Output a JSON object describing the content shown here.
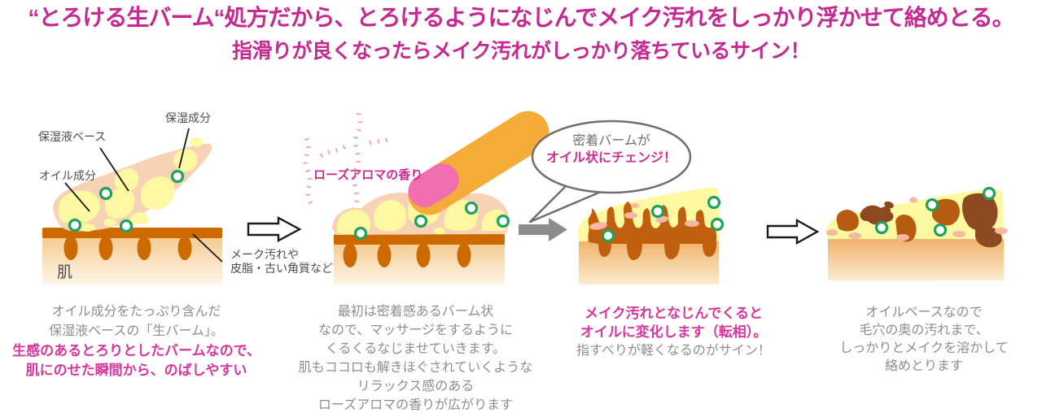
{
  "header": {
    "line1": "“とろける生バーム“処方だから、とろけるようになじんでメイク汚れをしっかり浮かせて絡めとる。",
    "line2": "指滑りが良くなったらメイク汚れがしっかり落ちているサイン！"
  },
  "step1": {
    "label_moisture_component": "保湿成分",
    "label_moisture_base": "保湿液ベース",
    "label_oil_component": "オイル成分",
    "label_skin": "肌",
    "label_dirt_line1": "メーク汚れや",
    "label_dirt_line2": "皮脂・古い角質など",
    "caption_line1": "オイル成分をたっぷり含んだ",
    "caption_line2": "保湿液ベースの「生バーム」。",
    "caption_line3": "生感のあるとろりとしたバームなので、",
    "caption_line4": "肌にのせた瞬間から、のばしやすい"
  },
  "step2": {
    "label_aroma": "ローズアロマの香り",
    "caption_line1": "最初は密着感あるバーム状",
    "caption_line2": "なので、マッサージをするように",
    "caption_line3": "くるくるなじませていきます。",
    "caption_line4": "肌もココロも解きほぐされていくような",
    "caption_line5": "リラックス感のある",
    "caption_line6": "ローズアロマの香りが広がります"
  },
  "step3": {
    "bubble_line1": "密着バームが",
    "bubble_line2": "オイル状にチェンジ！",
    "caption_line1": "メイク汚れとなじんでくると",
    "caption_line2": "オイルに変化します（転相）。",
    "caption_line3": "指すべりが軽くなるのがサイン！"
  },
  "step4": {
    "caption_line1": "オイルベースなので",
    "caption_line2": "毛穴の奥の汚れまで、",
    "caption_line3": "しっかりとメイクを溶かして",
    "caption_line4": "絡めとります"
  },
  "colors": {
    "headline_magenta": "#c42a90",
    "caption_magenta": "#d6369e",
    "text_gray": "#8e8e8e",
    "label_dark": "#4d4d4d",
    "skin_brown": "#cc6a00",
    "dirt_brown": "#c0600e",
    "dark_chunk": "#8d4a20",
    "balm_pink": "#f8d2b4",
    "oil_yellow": "#fdf9a2",
    "green_dot": "#1fa35c",
    "finger_orange": "#f5ab38",
    "nail_pink": "#f16fae",
    "aroma_pink": "#f0a7b6",
    "arrow_gray": "#8c8c8c"
  }
}
